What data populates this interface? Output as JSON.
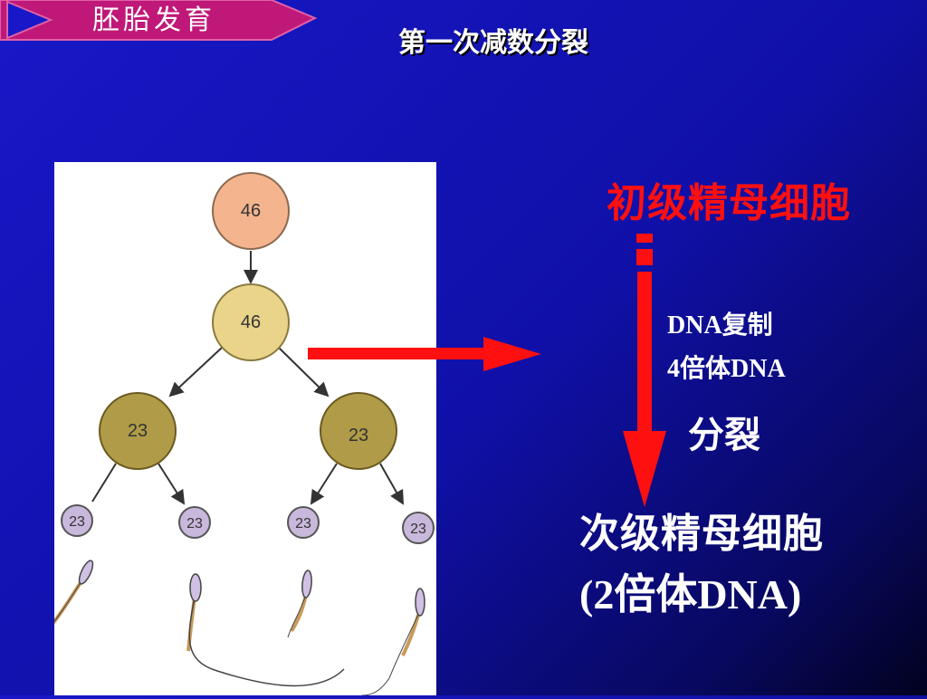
{
  "header": {
    "banner_text": "胚胎发育",
    "title": "第一次减数分裂"
  },
  "diagram": {
    "cells": [
      {
        "label": "46",
        "stage": "spermatogonium",
        "fill": "#f4b48e"
      },
      {
        "label": "46",
        "stage": "primary-spermatocyte",
        "fill": "#e9d48a"
      },
      {
        "label": "23",
        "stage": "secondary-spermatocyte",
        "fill": "#b09c48"
      },
      {
        "label": "23",
        "stage": "secondary-spermatocyte",
        "fill": "#b09c48"
      },
      {
        "label": "23",
        "stage": "spermatid",
        "fill": "#c8b8dc"
      },
      {
        "label": "23",
        "stage": "spermatid",
        "fill": "#c8b8dc"
      },
      {
        "label": "23",
        "stage": "spermatid",
        "fill": "#c8b8dc"
      },
      {
        "label": "23",
        "stage": "spermatid",
        "fill": "#c8b8dc"
      }
    ]
  },
  "flow": {
    "top_label": "初级精母细胞",
    "note_dna_replication": "DNA复制",
    "note_tetraploid": "4倍体DNA",
    "note_division": "分裂",
    "bottom_label": "次级精母细胞",
    "note_diploid": "(2倍体DNA)"
  },
  "colors": {
    "accent_red": "#ff1010",
    "background_blue": "#1414b8",
    "banner_magenta": "#c01878",
    "text_white": "#ffffff"
  }
}
